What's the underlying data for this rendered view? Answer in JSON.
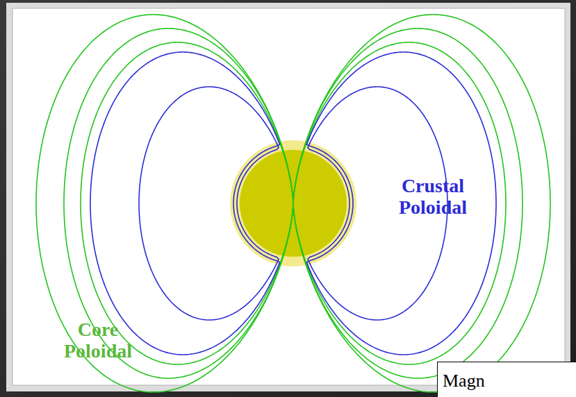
{
  "diagram": {
    "nodes": [
      {
        "text": [
          "Magn"
        ]
      }
    ],
    "labels": [
      "Crustal Poloidal",
      "Core Poloidal"
    ]
  }
}
